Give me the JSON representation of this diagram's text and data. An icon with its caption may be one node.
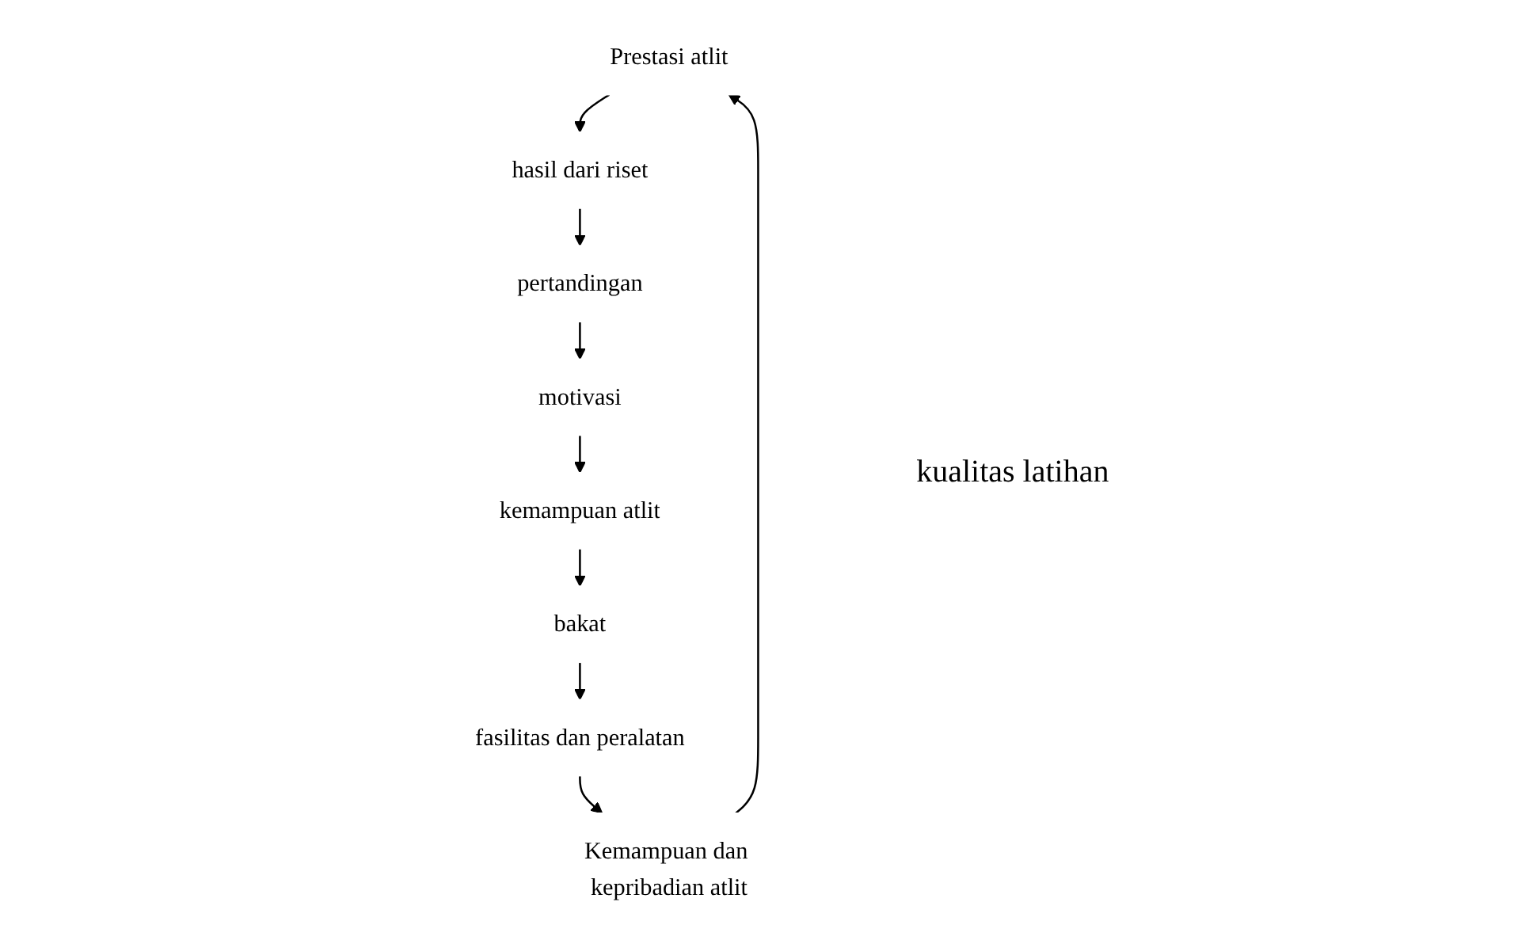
{
  "diagram": {
    "nodes": [
      {
        "text": [
          "Prestasi atlit"
        ]
      },
      {
        "text": [
          "Kemampuan dan kepribadian atlit"
        ]
      },
      {
        "text": [
          "hasil dari riset"
        ]
      },
      {
        "text": [
          "fasilitas dan peralatan"
        ]
      },
      {
        "text": [
          "pertandingan"
        ]
      },
      {
        "text": [
          "bakat"
        ]
      },
      {
        "text": [
          "kemampuan atlit"
        ]
      },
      {
        "text": [
          "motivasi"
        ]
      }
    ],
    "edges": [
      {
        "from": 1,
        "to": 0,
        "arrow": "to"
      },
      {
        "from": 0,
        "to": 2,
        "arrow": "to"
      },
      {
        "from": 2,
        "to": 4,
        "arrow": "to"
      },
      {
        "from": 4,
        "to": 7,
        "arrow": "to"
      },
      {
        "from": 7,
        "to": 6,
        "arrow": "to"
      },
      {
        "from": 6,
        "to": 5,
        "arrow": "to"
      },
      {
        "from": 5,
        "to": 3,
        "arrow": "to"
      },
      {
        "from": 3,
        "to": 1,
        "arrow": "to"
      }
    ],
    "labels": [
      "kualitas latihan"
    ]
  }
}
